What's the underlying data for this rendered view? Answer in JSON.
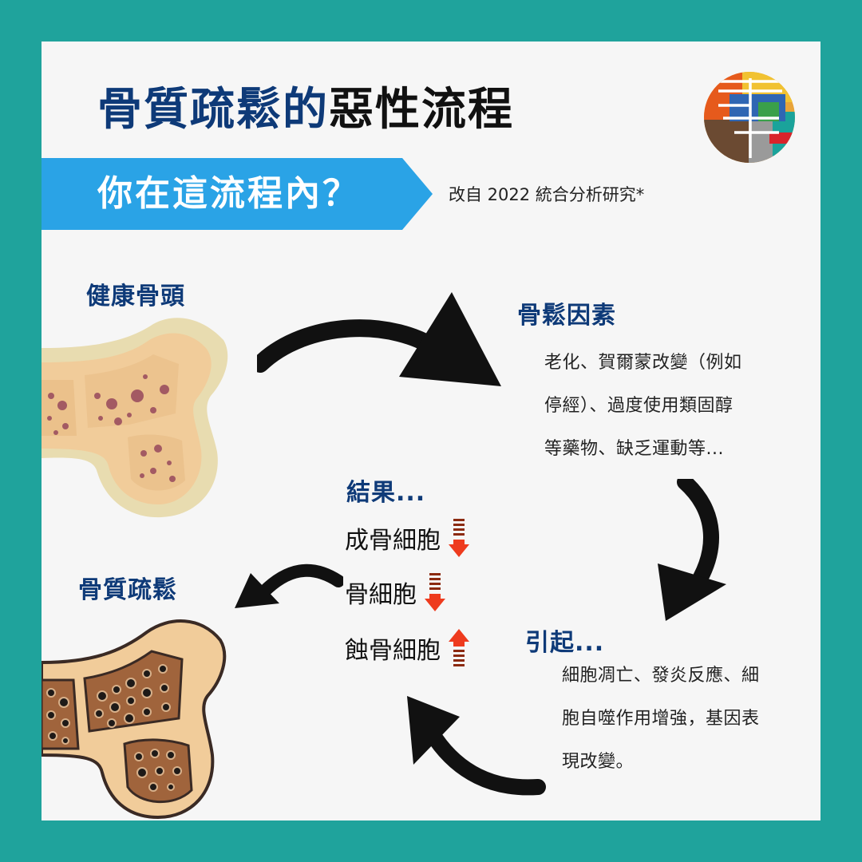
{
  "title": {
    "part1": "骨質疏鬆的",
    "part2": "惡性流程"
  },
  "subtitle": "你在這流程內？",
  "source_note": "改自 2022 統合分析研究*",
  "logo": {
    "icon": "colorful-puzzle-logo-icon"
  },
  "healthy_bone": {
    "label": "健康骨頭"
  },
  "risk_factors": {
    "label": "骨鬆因素",
    "lines": [
      "老化、賀爾蒙改變（例如",
      "停經）、過度使用類固醇",
      "等藥物、缺乏運動等..."
    ]
  },
  "causes": {
    "label": "引起...",
    "lines": [
      "細胞凋亡、發炎反應、細",
      "胞自噬作用增強，基因表",
      "現改變。"
    ]
  },
  "results": {
    "label": "結果...",
    "items": [
      {
        "text": "成骨細胞",
        "direction": "down"
      },
      {
        "text": "骨細胞",
        "direction": "down"
      },
      {
        "text": "蝕骨細胞",
        "direction": "up"
      }
    ]
  },
  "osteoporosis": {
    "label": "骨質疏鬆"
  },
  "colors": {
    "background": "#1fa39c",
    "card": "#f6f6f6",
    "title_blue": "#0e3a78",
    "banner_blue": "#2aa3e6",
    "arrow_red": "#ee3b1e",
    "healthy_bone_fill": "#f1cc9a",
    "porous_bone_fill": "#a0643c"
  }
}
